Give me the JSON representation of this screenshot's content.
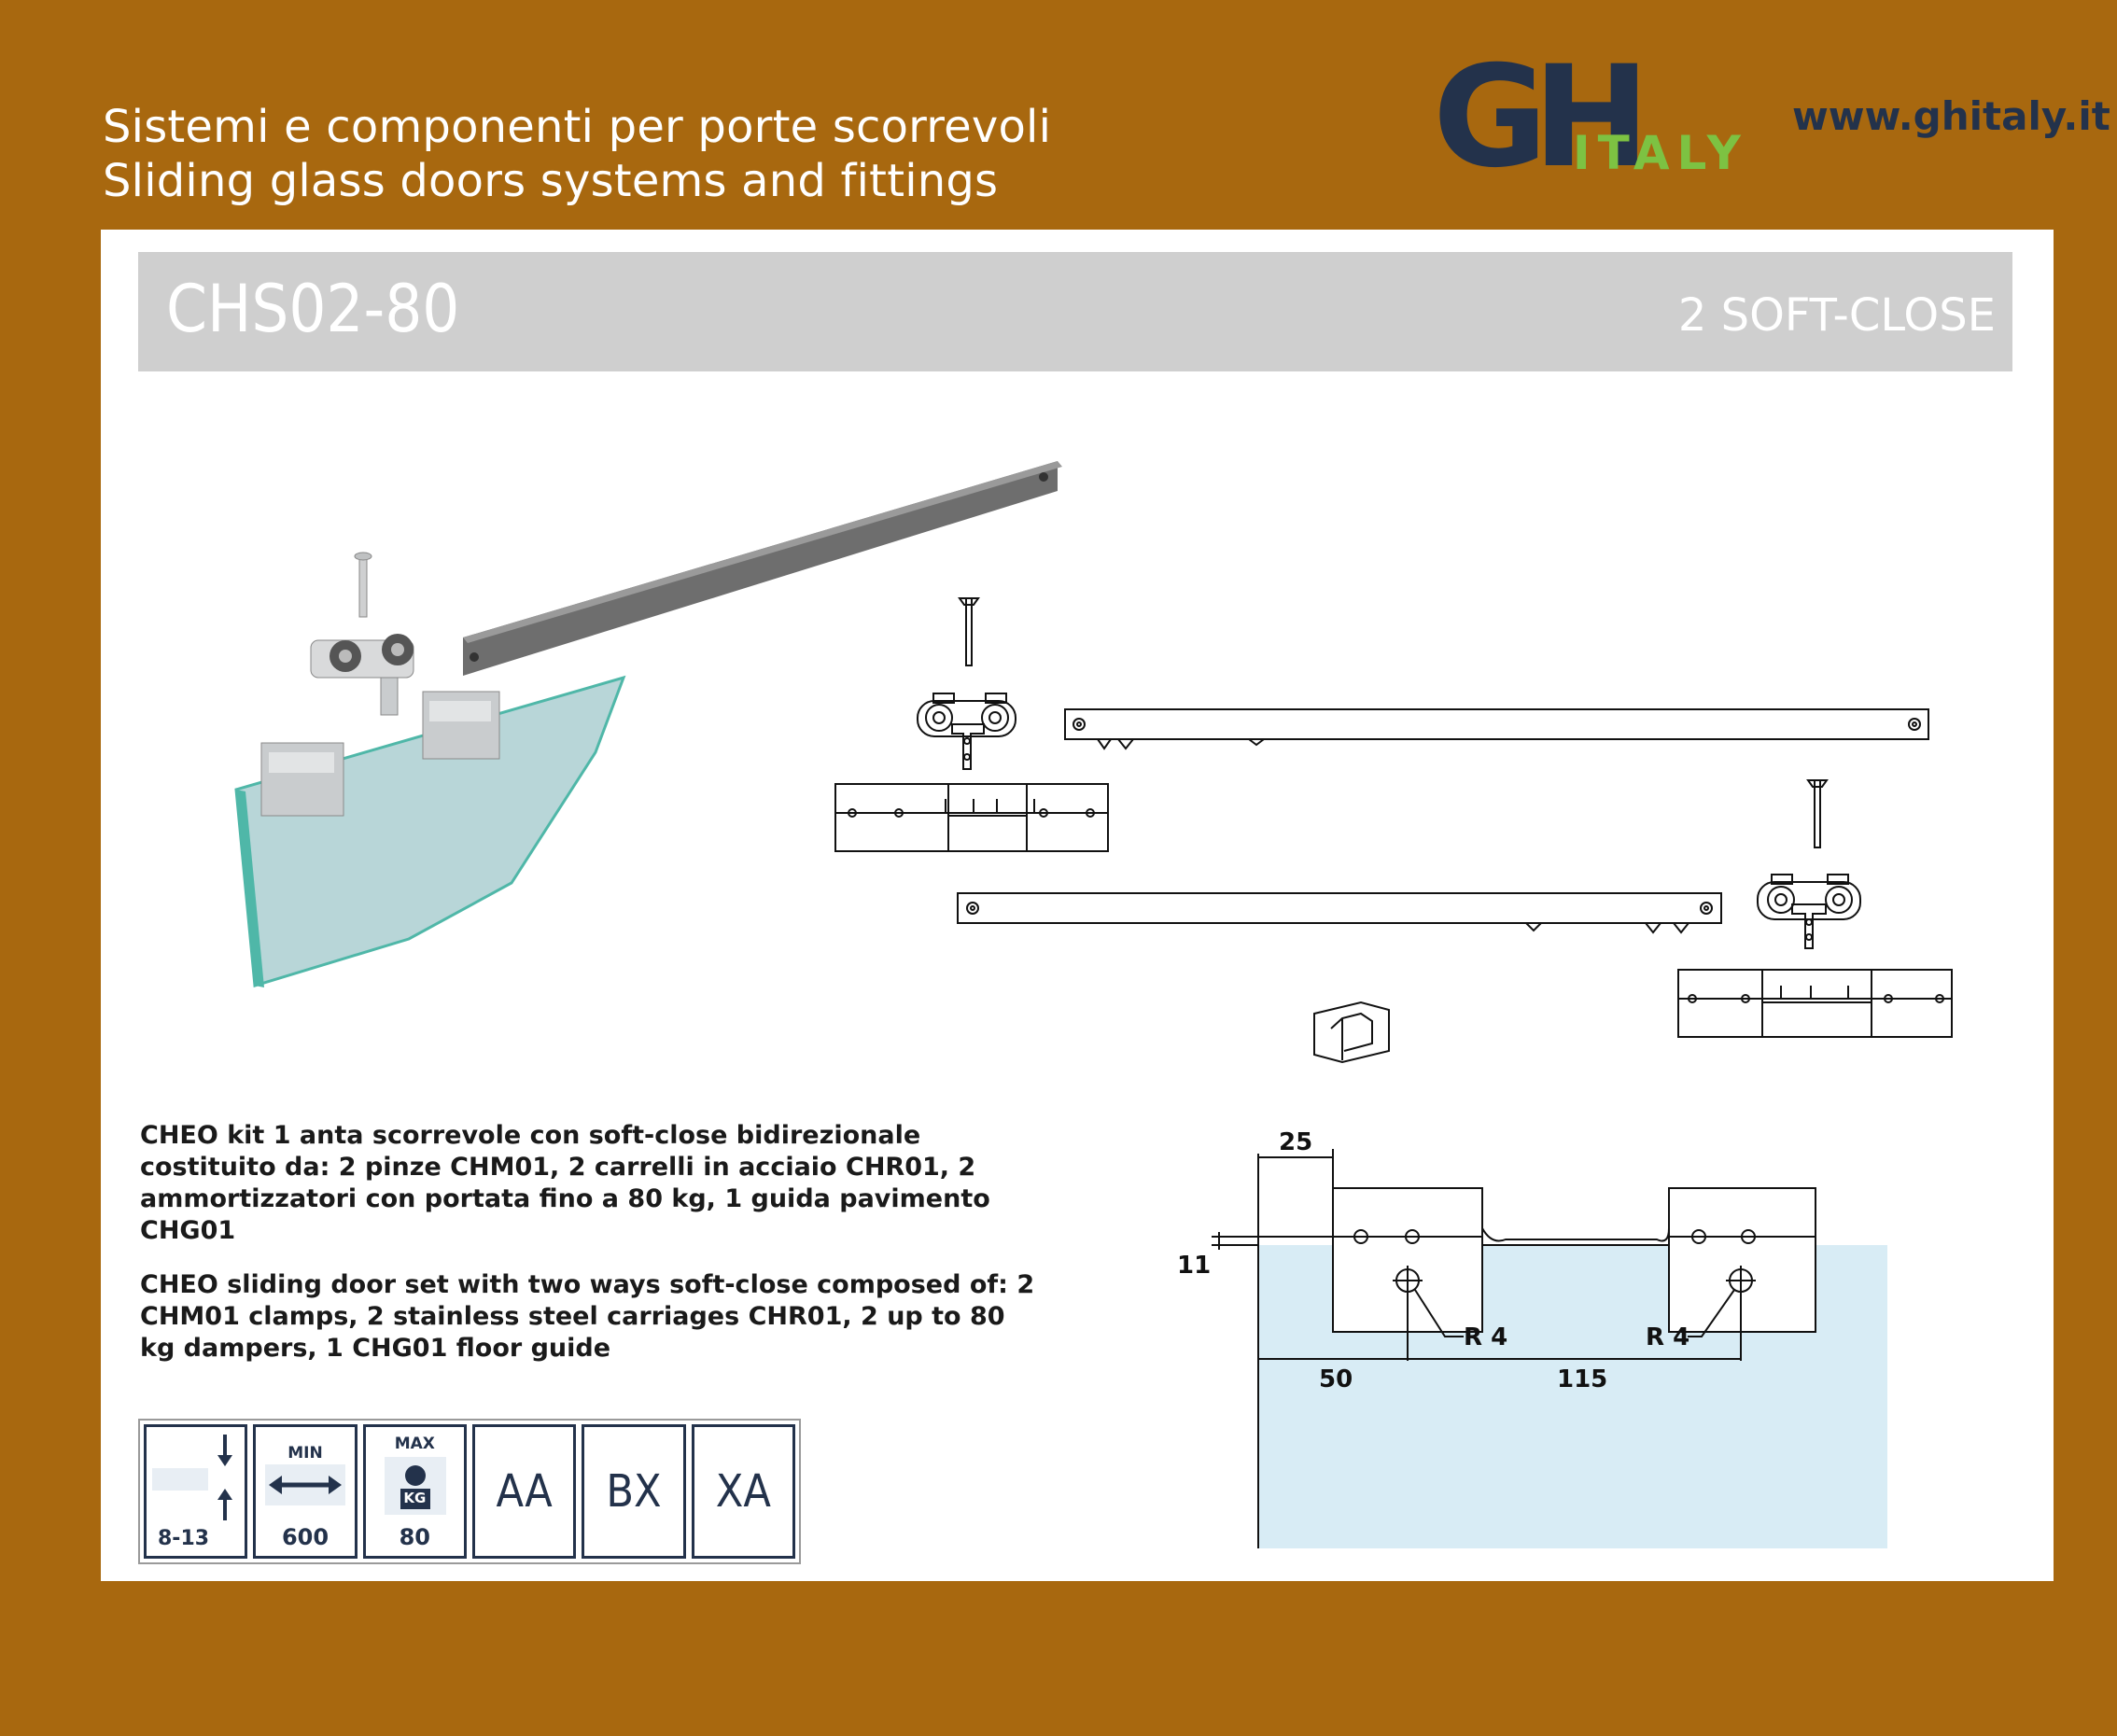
{
  "header": {
    "line1": "Sistemi e componenti per porte scorrevoli",
    "line2": "Sliding glass doors systems and fittings"
  },
  "brand": {
    "logo_text_main": "GH",
    "logo_text_sub": "ITALY",
    "website": "www.ghitaly.it"
  },
  "title": {
    "product_code": "CHS02-80",
    "tag": "2 SOFT-CLOSE"
  },
  "description": {
    "it": "CHEO kit 1 anta scorrevole con soft-close bidirezionale costituito da: 2 pinze CHM01, 2 carrelli in acciaio CHR01, 2 ammortizzatori con portata fino a 80 kg, 1 guida pavimento CHG01",
    "en": "CHEO sliding door set with two ways soft-close composed of: 2 CHM01 clamps, 2 stainless steel carriages CHR01, 2 up to 80 kg dampers, 1 CHG01 floor guide"
  },
  "specs": {
    "thickness": "8-13",
    "min_label": "MIN",
    "min_value": "600",
    "max_label": "MAX",
    "kg_label": "KG",
    "max_value": "80",
    "codes": [
      "AA",
      "BX",
      "XA"
    ]
  },
  "dimensions": {
    "d25": "25",
    "d11": "11",
    "d50": "50",
    "d115": "115",
    "r_left": "R 4",
    "r_right": "R 4"
  },
  "colors": {
    "background": "#a8680f",
    "brand_navy": "#23324b",
    "brand_green": "#7dc242",
    "glass": "#d8ecf5"
  }
}
